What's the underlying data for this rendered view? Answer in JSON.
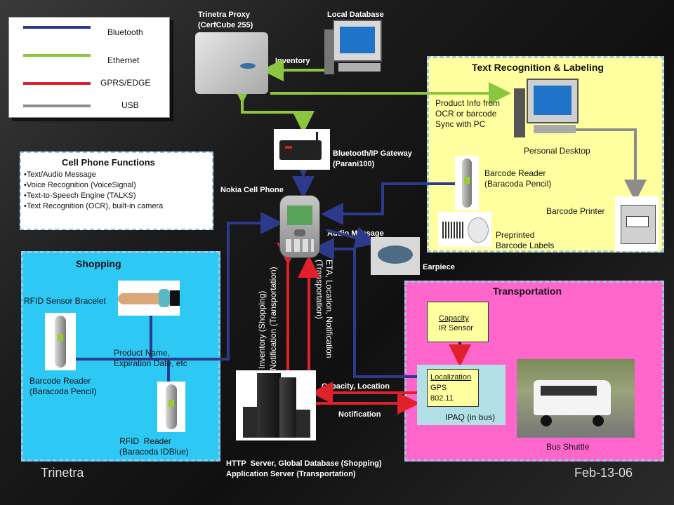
{
  "legend": {
    "items": [
      {
        "label": "Bluetooth",
        "color": "#2d3a8c"
      },
      {
        "label": "Ethernet",
        "color": "#8cc63f"
      },
      {
        "label": "GPRS/EDGE",
        "color": "#e0202a"
      },
      {
        "label": "USB",
        "color": "#8c8c8c"
      }
    ]
  },
  "nodes": {
    "proxy": "Trinetra Proxy\n(CerfCube 255)",
    "local_db": "Local Database",
    "inventory": "Inventory",
    "gateway": "Bluetooth/IP Gateway\n(Parani100)",
    "nokia": "Nokia Cell Phone",
    "audio_message": "Audio Message",
    "earpiece": "Earpiece",
    "server": "HTTP  Server, Global Database (Shopping)\nApplication Server (Transportation)",
    "capacity_location": "Capacity, Location",
    "notification": "Notification",
    "v_left1": "Inventory (Shopping)",
    "v_left2": "Notification (Transportation)",
    "v_right1": "ETA, Location, Notification",
    "v_right2": "(Transportation)"
  },
  "cell_functions": {
    "title": "Cell Phone Functions",
    "items": [
      "Text/Audio Message",
      "Voice Recognition (VoiceSignal)",
      "Text-to-Speech Engine (TALKS)",
      "Text Recognition (OCR),  built-in camera"
    ]
  },
  "text_recognition": {
    "title": "Text Recognition & Labeling",
    "product_info": "Product Info from\nOCR or barcode\nSync with PC",
    "desktop": "Personal Desktop",
    "barcode_reader": "Barcode Reader\n(Baracoda Pencil)",
    "barcode_printer": "Barcode Printer",
    "labels": "Preprinted\nBarcode Labels"
  },
  "shopping": {
    "title": "Shopping",
    "bracelet": "RFID  Sensor Bracelet",
    "product_name": "Product Name,\nExpiration Date, etc",
    "barcode_reader": "Barcode Reader\n(Baracoda Pencil)",
    "rfid_reader": "RFID  Reader\n(Baracoda IDBlue)"
  },
  "transportation": {
    "title": "Transportation",
    "capacity": "Capacity",
    "ir_sensor": "IR Sensor",
    "localization": "Localization",
    "gps": "GPS",
    "wifi": "802.11",
    "ipaq": "IPAQ (in bus)",
    "bus": "Bus Shuttle"
  },
  "footer": {
    "left": "Trinetra",
    "right": "Feb-13-06"
  }
}
